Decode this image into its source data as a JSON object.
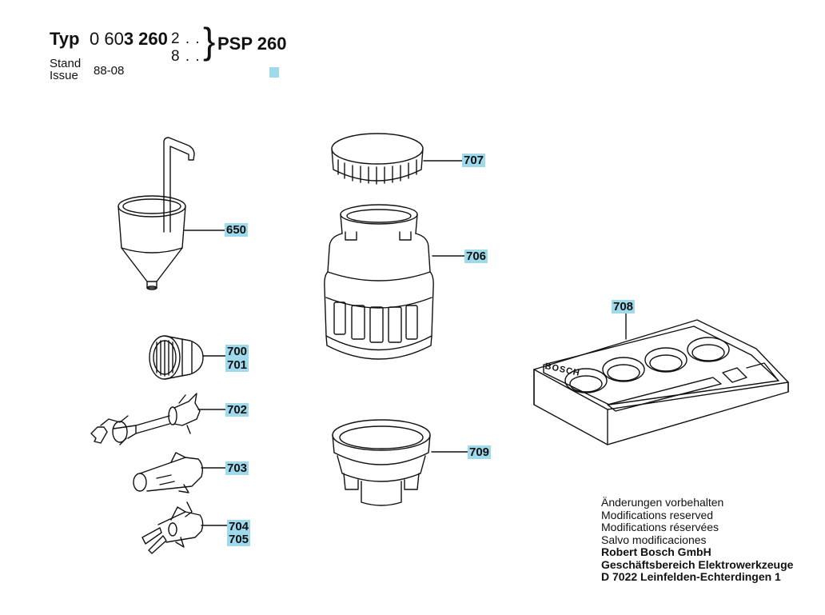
{
  "header": {
    "typ_label": "Typ",
    "typ_number_plain": "0 60",
    "typ_number_bold": "3 260",
    "variant_1": "2 . .",
    "variant_2": "8 . .",
    "model": "PSP 260",
    "stand_label": "Stand",
    "issue_label": "Issue",
    "issue_date": "88-08"
  },
  "parts": [
    {
      "id": "707",
      "label": "707"
    },
    {
      "id": "650",
      "label": "650"
    },
    {
      "id": "706",
      "label": "706"
    },
    {
      "id": "708",
      "label": "708"
    },
    {
      "id": "700",
      "label": "700"
    },
    {
      "id": "701",
      "label": "701"
    },
    {
      "id": "702",
      "label": "702"
    },
    {
      "id": "703",
      "label": "703"
    },
    {
      "id": "709",
      "label": "709"
    },
    {
      "id": "704",
      "label": "704"
    },
    {
      "id": "705",
      "label": "705"
    }
  ],
  "tray_brand": "BOSCH",
  "notes": {
    "line1": "Änderungen vorbehalten",
    "line2": "Modifications reserved",
    "line3": "Modifications réservées",
    "line4": "Salvo modificaciones",
    "company": "Robert Bosch GmbH",
    "division": "Geschäftsbereich Elektrowerkzeuge",
    "address": "D 7022 Leinfelden-Echterdingen 1"
  },
  "colors": {
    "label_highlight": "#9fd9ec",
    "line": "#111111"
  }
}
